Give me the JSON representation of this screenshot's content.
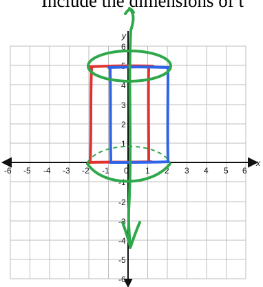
{
  "header": {
    "text": "Include the dimensions of t"
  },
  "diagram": {
    "axis_labels": {
      "x": "x",
      "y": "y"
    },
    "x_ticks": [
      "-6",
      "-5",
      "-4",
      "-3",
      "-2",
      "-1",
      "0",
      "1",
      "2",
      "3",
      "4",
      "5",
      "6"
    ],
    "y_ticks": [
      "6",
      "5",
      "4",
      "3",
      "2",
      "1",
      "-1",
      "-2",
      "-3",
      "-4",
      "-5",
      "-6"
    ],
    "colors": {
      "grid": "#bdbdbd",
      "axis": "#111111",
      "red_rectangle": "#e0332f",
      "blue_rectangle": "#2f63e8",
      "green_solid": "#2ea84a",
      "green_dashed": "#2ea84a"
    }
  }
}
